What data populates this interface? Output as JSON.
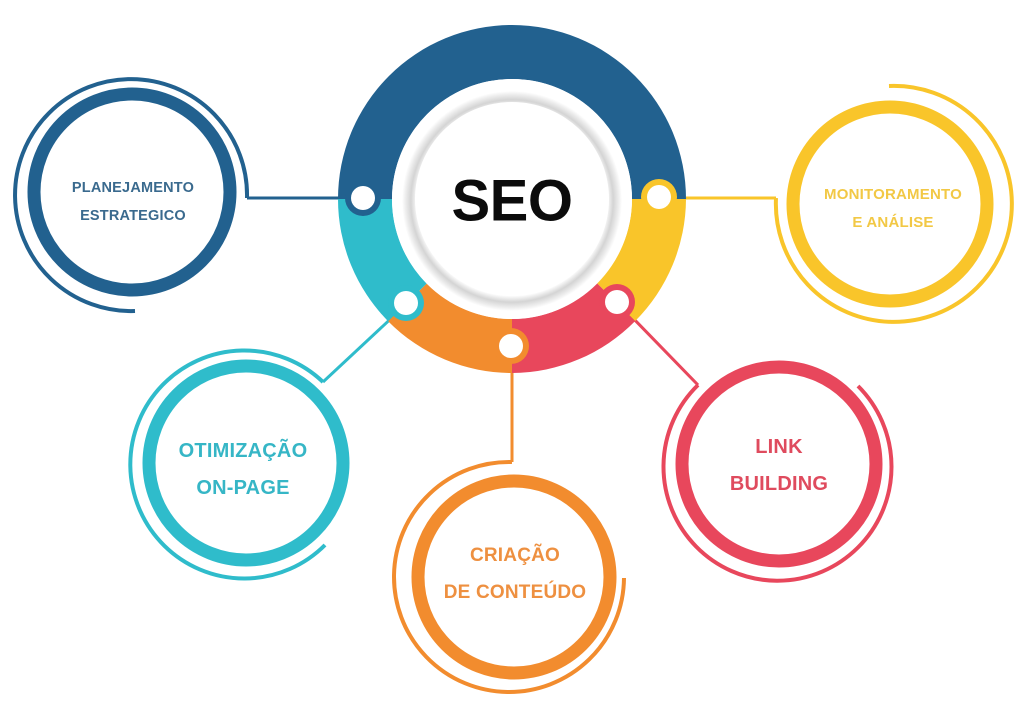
{
  "hub": {
    "title": "SEO"
  },
  "colors": {
    "blue": "#22618f",
    "yellow": "#f9c52a",
    "red": "#e8475c",
    "orange": "#f28c2e",
    "teal": "#2fbccb",
    "hub_text": "#0b0b0b"
  },
  "nodes": [
    {
      "id": "planejamento",
      "lines": [
        "PLANEJAMENTO",
        "ESTRATEGICO"
      ],
      "color": "#22618f"
    },
    {
      "id": "monitoramento",
      "lines": [
        "MONITORAMENTO",
        "E ANÁLISE"
      ],
      "color": "#f9c52a"
    },
    {
      "id": "otimizacao",
      "lines": [
        "OTIMIZAÇÃO",
        "ON-PAGE"
      ],
      "color": "#2fbccb"
    },
    {
      "id": "criacao",
      "lines": [
        "CRIAÇÃO",
        "DE CONTEÚDO"
      ],
      "color": "#f28c2e"
    },
    {
      "id": "link",
      "lines": [
        "LINK",
        "BUILDING"
      ],
      "color": "#e8475c"
    }
  ]
}
